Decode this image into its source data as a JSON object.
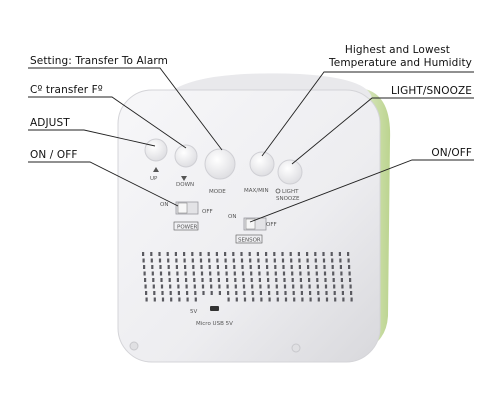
{
  "callouts": {
    "setting_transfer_to_alarm": "Setting: Transfer To Alarm",
    "celsius_fahrenheit": "Cº transfer Fº",
    "adjust": "ADJUST",
    "on_off_left": "ON / OFF",
    "highest_lowest_line1": "Highest and Lowest",
    "highest_lowest_line2": "Temperature and Humidity",
    "light_snooze": "LIGHT/SNOOZE",
    "on_off_right": "ON/OFF"
  },
  "device_labels": {
    "up": "UP",
    "down": "DOWN",
    "mode": "MODE",
    "max_min": "MAX/MIN",
    "light_snooze_line1": "LIGHT",
    "light_snooze_line2": "SNOOZE",
    "power_on": "ON",
    "power_off": "OFF",
    "power": "POWER",
    "sensor_on": "ON",
    "sensor_off": "OFF",
    "sensor": "SENSOR",
    "micro_usb": "Micro USB 5V",
    "battery_mark": "5V"
  },
  "colors": {
    "device_body": "#f2f2f4",
    "device_edge": "#d9d9dc",
    "accent_green": "#cfe6a8",
    "callout_line": "#222222"
  },
  "icons": {
    "up_arrow": "triangle-up-icon",
    "down_arrow": "triangle-down-icon",
    "light": "sun-icon"
  }
}
